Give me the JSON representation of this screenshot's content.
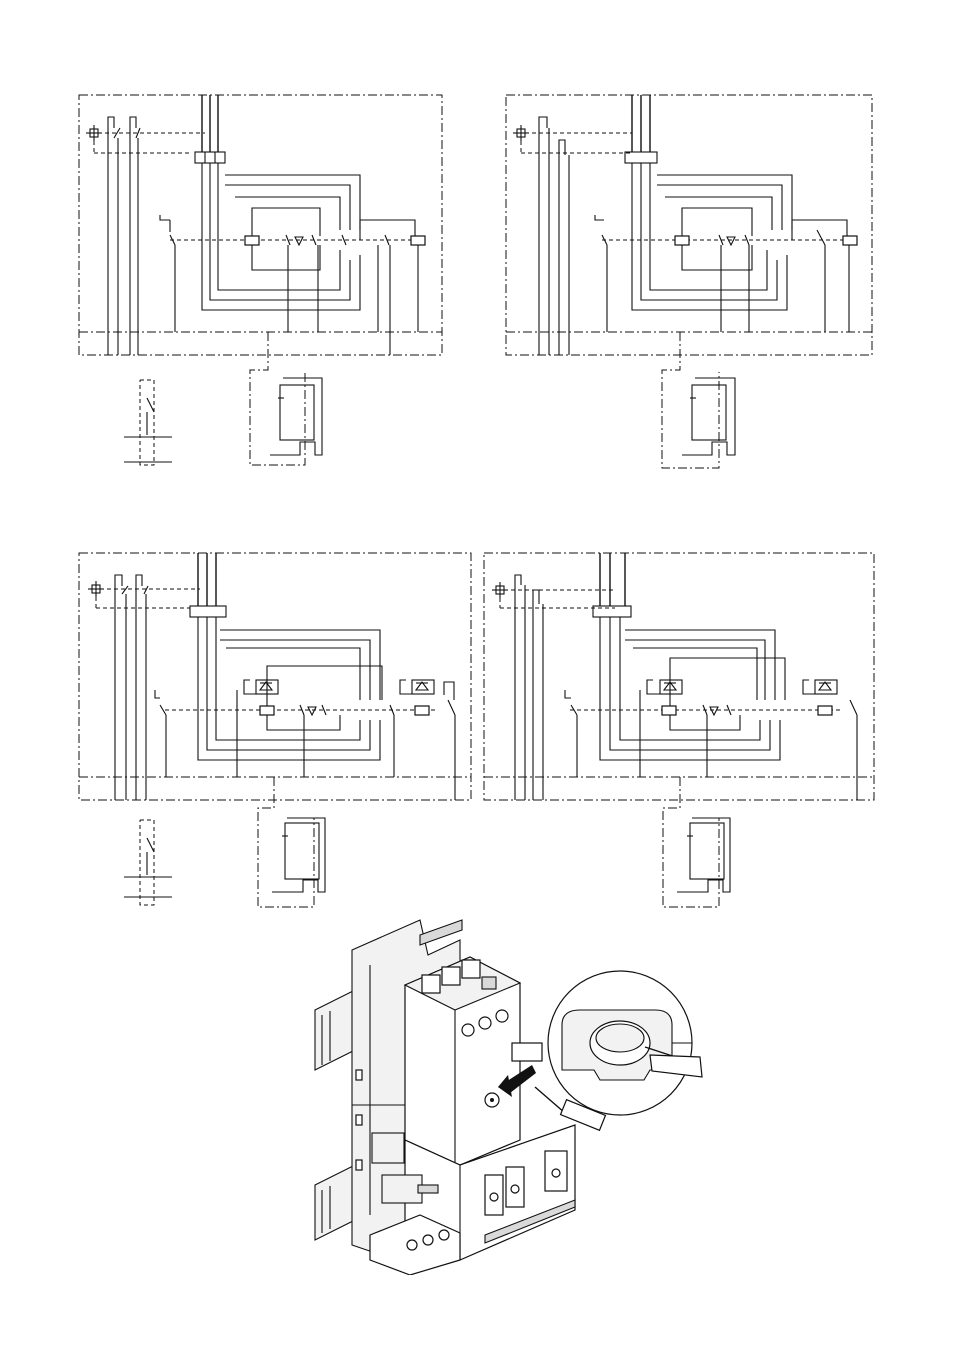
{
  "page": {
    "background": "#ffffff",
    "line_color": "#111111"
  },
  "diagrams": [
    {
      "id": "top-left",
      "variant": "contactor"
    },
    {
      "id": "top-right",
      "variant": "contactor"
    },
    {
      "id": "bottom-left",
      "variant": "semiconductor"
    },
    {
      "id": "bottom-right",
      "variant": "semiconductor"
    }
  ],
  "illustration": {
    "subject": "motor-starter-assembly-on-din-rail",
    "icons": [
      "screwdriver-icon",
      "arrow-icon",
      "magnifier-detail-icon"
    ]
  }
}
